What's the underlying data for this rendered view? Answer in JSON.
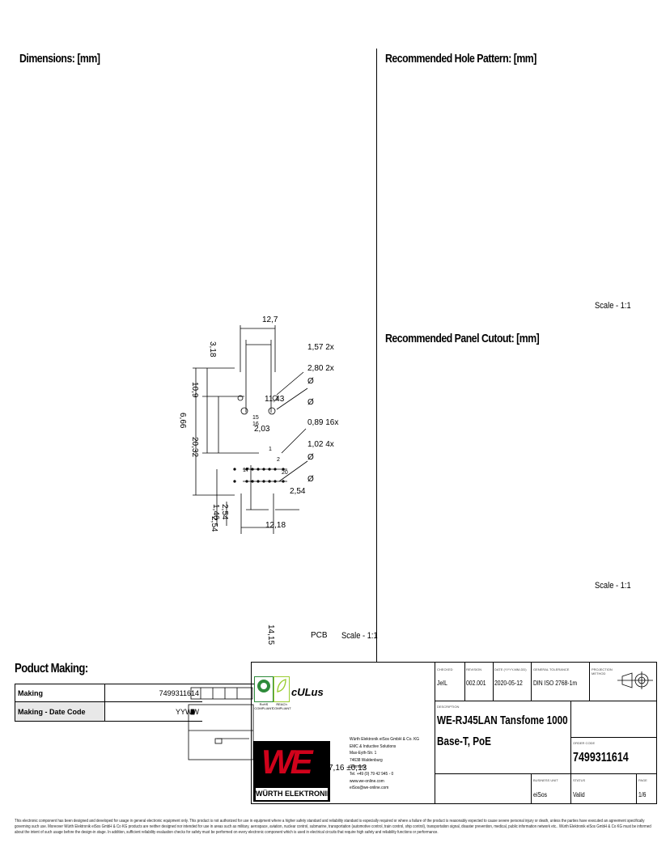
{
  "sections": {
    "dimensions": "Dimensions: [mm]",
    "hole_pattern": "Recommended Hole Pattern: [mm]",
    "panel_cutout": "Recommended Panel Cutout: [mm]",
    "product_marking": "Poduct Making:"
  },
  "scales": {
    "hole_pattern": "Scale - 1:1",
    "panel_cutout": "Scale - 1:1",
    "dimensions": "Scale - 1:1"
  },
  "drawing_labels": {
    "w12_7": "12,7",
    "d3_18": "3,18",
    "h10_9": "10,9",
    "h6_66": "6,66",
    "h20_32": "20,32",
    "w2_03": "2,03",
    "w11_43": "11,43",
    "h1_46": "1,46",
    "h2_54a": "2,54",
    "h2_54b": "2,54",
    "w12_18": "12,18",
    "w2_54": "2,54",
    "d1_57": "1,57 2x",
    "d2_80": "2,80 2x",
    "d0_89": "0,89  16x",
    "d1_02": "1,02 4x",
    "phi": "Ø",
    "n15": "15",
    "n16": "16",
    "n1": "1",
    "n2": "2",
    "n17": "17",
    "n20": "20",
    "pcb": "PCB",
    "h14_15": "14,15",
    "h7_16": "7,16 ±0,13"
  },
  "marking_table": {
    "rows": [
      {
        "label": "Making",
        "value": "7499311614"
      },
      {
        "label": "Making - Date Code",
        "value": "YYWW"
      }
    ]
  },
  "badges": {
    "rohs": "RoHS COMPLIANT",
    "reach": "REACh COMPLIANT",
    "ul": "cULus"
  },
  "company": {
    "logo_text": "WE",
    "brand": "WÜRTH ELEKTRONIK",
    "address_lines": [
      "Würth Elektronik eiSos GmbH & Co. KG",
      "EMC & Inductive Solutions",
      "Max-Eyth-Str. 1",
      "74638 Waldenburg",
      "Germany",
      "Tel. +49 (0) 79 42 945 - 0",
      "www.we-online.com",
      "eiSos@we-online.com"
    ]
  },
  "title_block": {
    "checked_label": "CHECKED",
    "checked": "JeIL",
    "revision_label": "REVISION",
    "revision": "002.001",
    "date_label": "DATE (YYYY-MM-DD)",
    "date": "2020-05-12",
    "tolerance_label": "GENERAL TOLERANCE",
    "tolerance": "DIN ISO 2768-1m",
    "projection_label": "PROJECTION METHOD",
    "description_label": "DESCRIPTION",
    "description_line1": "WE-RJ45LAN Tansfome 1000",
    "description_line2": "Base-T, PoE",
    "order_code_label": "ORDER CODE",
    "order_code": "7499311614",
    "business_unit_label": "BUSINESS UNIT",
    "business_unit": "eiSos",
    "status_label": "STATUS",
    "status": "Valid",
    "page_label": "PAGE",
    "page": "1/6"
  },
  "disclaimer": "This electronic component has been designed and developed for usage in general electronic equipment only. This product is not authorized for use in equipment where a higher safety standard and reliability standard is especially required or where a failure of the product is reasonably expected to cause severe personal injury or death, unless the parties have executed an agreement specifically governing such use. Moreover Würth Elektronik eiSos GmbH & Co KG products are neither designed nor intended for use in areas such as military, aerospace, aviation, nuclear control, submarine, transportation (automotive control, train control, ship control), transportation signal, disaster prevention, medical, public information network etc.. Würth Elektronik eiSos GmbH & Co KG must be informed about the intent of such usage before the design-in stage. In addition, sufficient reliability evaluation checks for safety must be performed on every electronic component which is used in electrical circuits that require high safety and reliability functions or performance."
}
